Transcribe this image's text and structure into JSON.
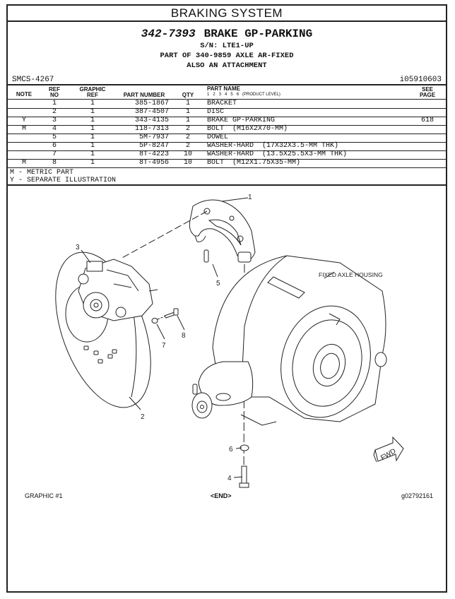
{
  "page_title": "BRAKING SYSTEM",
  "header": {
    "part_number": "342-7393",
    "part_title": "BRAKE GP-PARKING",
    "serial": "S/N: LTE1-UP",
    "part_of": "PART OF 340-9859 AXLE AR-FIXED",
    "also": "ALSO AN ATTACHMENT",
    "smcs": "SMCS-4267",
    "illustration_id": "i05910603"
  },
  "table": {
    "headers": {
      "note": "NOTE",
      "ref_no_1": "REF",
      "ref_no_2": "NO",
      "graphic_ref_1": "GRAPHIC",
      "graphic_ref_2": "REF",
      "part_number": "PART NUMBER",
      "qty": "QTY",
      "part_name": "PART NAME",
      "product_level": "1   2   3   4   5   6   (PRODUCT LEVEL)",
      "see_page_1": "SEE",
      "see_page_2": "PAGE"
    },
    "rows": [
      {
        "note": "",
        "ref": "1",
        "graphic": "1",
        "part_number": "385-1867",
        "qty": "1",
        "name": "BRACKET",
        "page": ""
      },
      {
        "note": "",
        "ref": "2",
        "graphic": "1",
        "part_number": "387-4507",
        "qty": "1",
        "name": "DISC",
        "page": ""
      },
      {
        "note": "Y",
        "ref": "3",
        "graphic": "1",
        "part_number": "343-4135",
        "qty": "1",
        "name": "BRAKE GP-PARKING",
        "page": "618"
      },
      {
        "note": "M",
        "ref": "4",
        "graphic": "1",
        "part_number": "118-7313",
        "qty": "2",
        "name": "BOLT  (M16X2X70-MM)",
        "page": ""
      },
      {
        "note": "",
        "ref": "5",
        "graphic": "1",
        "part_number": "5M-7937",
        "qty": "2",
        "name": "DOWEL",
        "page": ""
      },
      {
        "note": "",
        "ref": "6",
        "graphic": "1",
        "part_number": "5P-8247",
        "qty": "2",
        "name": "WASHER-HARD  (17X32X3.5-MM THK)",
        "page": ""
      },
      {
        "note": "",
        "ref": "7",
        "graphic": "1",
        "part_number": "8T-4223",
        "qty": "10",
        "name": "WASHER-HARD  (13.5X25.5X3-MM THK)",
        "page": ""
      },
      {
        "note": "M",
        "ref": "8",
        "graphic": "1",
        "part_number": "8T-4956",
        "qty": "10",
        "name": "BOLT  (M12X1.75X35-MM)",
        "page": ""
      }
    ],
    "legend": [
      "M - METRIC PART",
      "Y - SEPARATE ILLUSTRATION"
    ]
  },
  "illustration": {
    "callouts": [
      "1",
      "2",
      "3",
      "4",
      "5",
      "6",
      "7",
      "8"
    ],
    "housing_label": "FIXED AXLE HOUSING",
    "fwd_label": "FWD"
  },
  "footer": {
    "graphic": "GRAPHIC #1",
    "end": "<END>",
    "graphic_id": "g02792161"
  }
}
